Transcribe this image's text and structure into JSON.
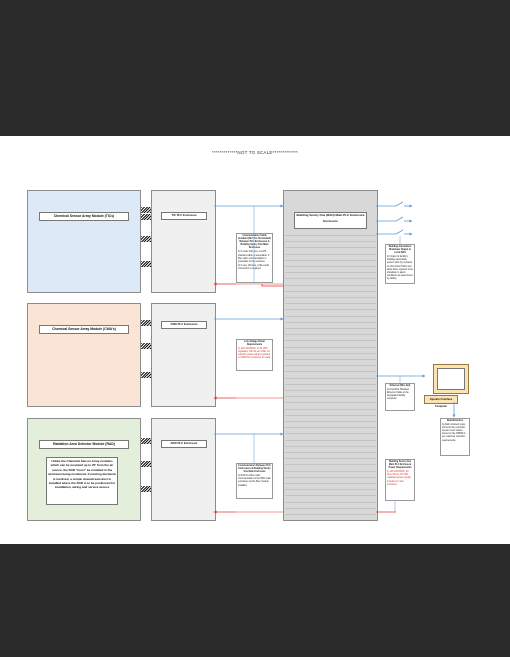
{
  "note": "*************NOT TO SCALE*************",
  "modules": {
    "chemical_tcs": "Chemical Sensor Array Module (TICs)",
    "chemical_cwas": "Chemical Sensor Array Module (CWA's)",
    "radiation": "Radiation Area Detector Module (RAD)"
  },
  "enclosures": {
    "tic": "TIC PLC Enclosure",
    "cwa": "CWA PLC Enclosure",
    "rad": "RAD PLC Enclosure"
  },
  "main_enclosure": "Building Sentry One (BSO) Main PLC Enclosure Enclosure",
  "rad_note": "Unlike the Chemical Sensor Array modules which can be mounted up to 25' from the air source, the RAD \"must\" be installed in the airstream being monitored. If existing ductwork is involved, a simple downstream duct is installed where the RAD is to be positioned for installation, wiring and service access",
  "callouts": {
    "comm_tic": {
      "title": "Communication Cable Installed (Not Pre-Terminated) Between PLC Enclosures & Building Sentry One Main Enclosure",
      "lines": [
        "1) If under 100 feet, a CAT6 shielded cable is acceptable. If fiber optic communication is preferable to the customer.",
        "2) If over 100 feet, a fiber optic connection is required."
      ]
    },
    "cwa_power": {
      "title": "Low-Voltage Power Requirements",
      "lines": [
        "1) 120 VAC/60Hz, or 24 VDC regulated, 100 VA per CWA, 24 volts DC power supply included in CWA PLC enclosure (if used)."
      ]
    },
    "comm_rad": {
      "title": "Communication Between PLC Enclosures & Building Sentry One Main Enclosure",
      "lines": [
        "1) RAD is a fiber optic communication to the BSO main enclosure via the fiber module installed."
      ]
    },
    "bas_output": {
      "title": "Building Automation Shutdown Output to Local BAS",
      "lines": [
        "1) Output to facility's building automation system with dry contacts to shut down HVAC and allow other systems to be shutdown in alarm conditions as determined by facility."
      ]
    },
    "ethernet": {
      "title": "Ethernet (Wire Set)",
      "lines": [
        "1) Dual Port Shielded Ethernet Cable to the designated facility computer."
      ]
    },
    "data_retention": {
      "title": "Data Retention",
      "lines": [
        "1) Alarm & Event Logs stored to the computer; sensor event values stored on the HMI/PLC per customer retention requirements."
      ]
    },
    "bso_power": {
      "title": "Building Sentry One Main PLC Enclosure Power Requirements",
      "lines": [
        "1) 120 VAC/60Hz, 20 Amp Circuit, 24 VDC regulated power supply included in main enclosure."
      ]
    }
  },
  "computer_label": "Operator Interface Computer",
  "colors": {
    "line_blue": "#5b9bd5",
    "line_red": "#e0352b",
    "module_blue": "#dde9f6",
    "module_orange": "#fae4d6",
    "module_green": "#e3efda",
    "computer": "#fbe3b3"
  }
}
